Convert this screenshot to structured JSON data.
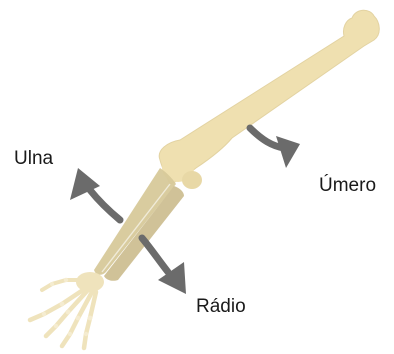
{
  "labels": {
    "ulna": "Ulna",
    "umero": "Úmero",
    "radio": "Rádio"
  },
  "colors": {
    "bone": "#efe0b0",
    "bone_shade": "#dccb94",
    "forearm_bone": "#cdbf92",
    "arrow": "#6b6b6b"
  },
  "icons": {
    "arm_skeleton": "arm-skeleton-illustration",
    "arrows": "curved-pointer-arrow"
  }
}
